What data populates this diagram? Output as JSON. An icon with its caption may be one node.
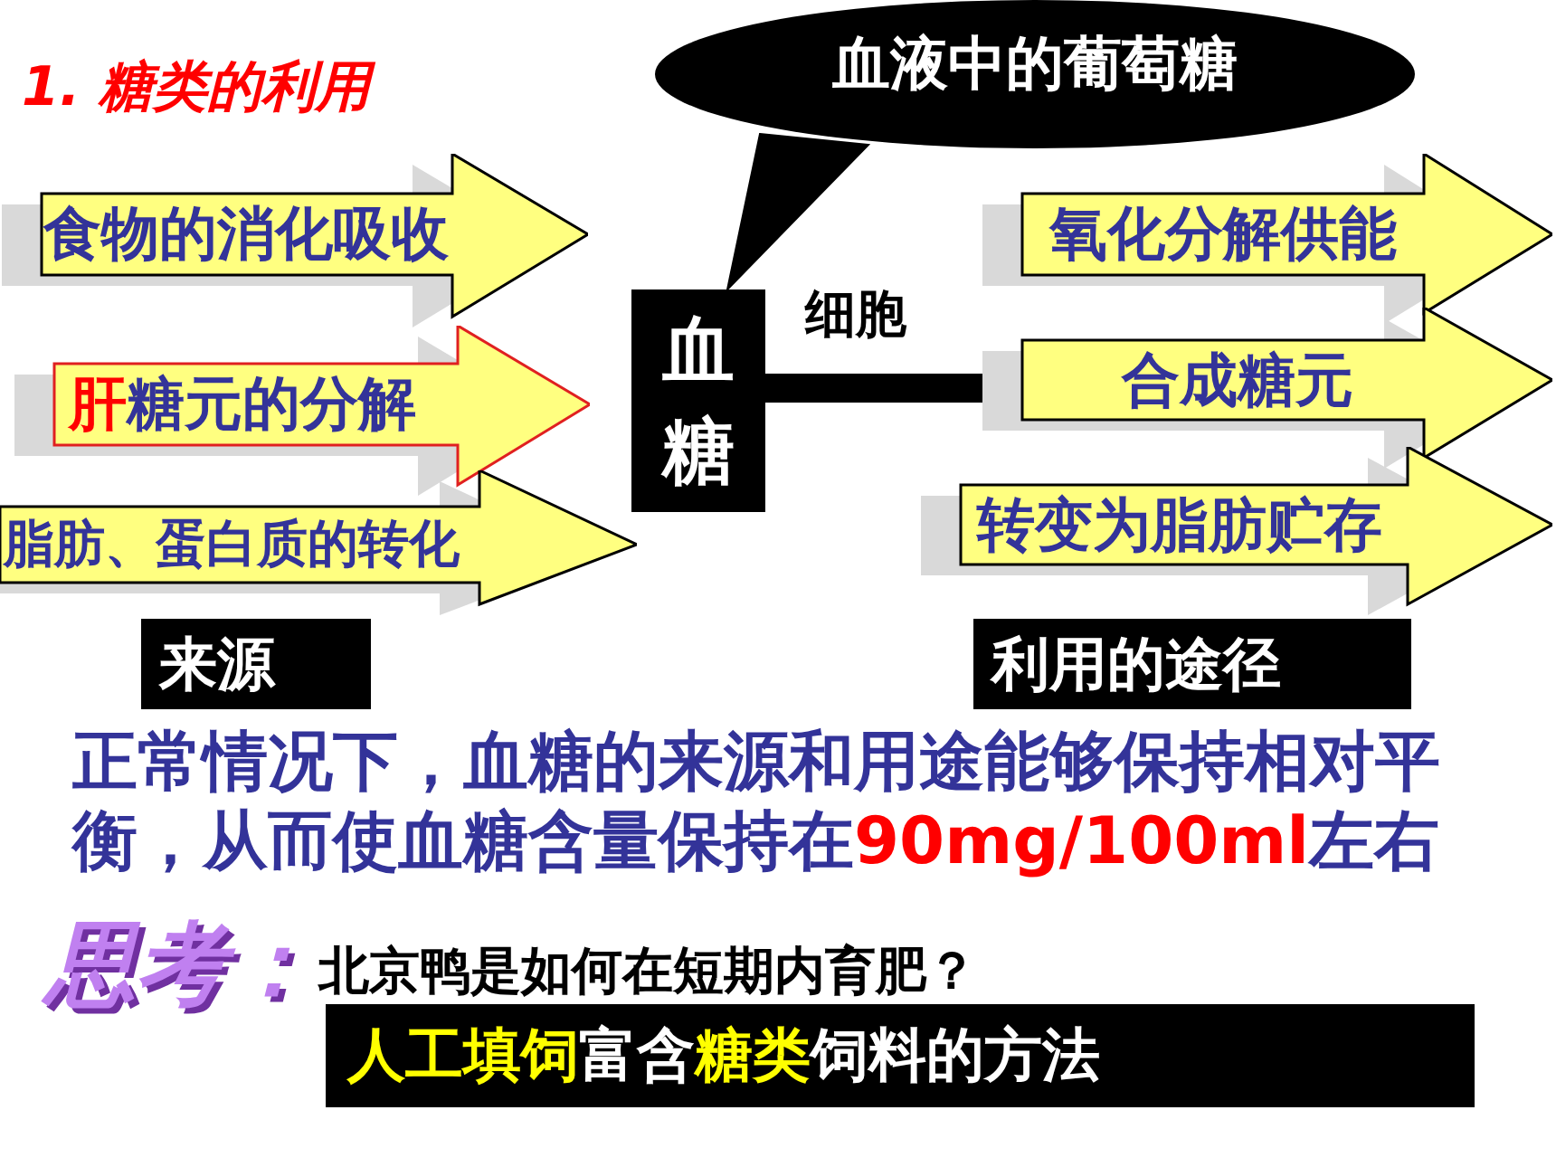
{
  "diagram": {
    "title": "1. 糖类的利用",
    "nodes": [
      {
        "text": [
          "食物的消化吸收"
        ]
      },
      {
        "text": [
          "**肝**糖元的分解"
        ]
      },
      {
        "text": [
          "脂肪、蛋白质的转化"
        ]
      },
      {
        "text": [
          "来源"
        ]
      },
      {
        "text": [
          "血液中的葡萄糖"
        ]
      },
      {
        "text": [
          "血糖"
        ]
      },
      {
        "text": [
          "氧化分解供能"
        ]
      },
      {
        "text": [
          "合成糖元"
        ]
      },
      {
        "text": [
          "转变为脂肪贮存"
        ]
      },
      {
        "text": [
          "利用的途径"
        ]
      },
      {
        "text": [
          "**人工填饲**富含**糖类**饲料的方法"
        ]
      }
    ],
    "edges": [
      {
        "from": 5,
        "to": 7,
        "arrow": "none",
        "label": "细胞"
      },
      {
        "from": 4,
        "to": 5,
        "arrow": "to"
      }
    ],
    "labels": [
      "正常情况下，血糖的来源和用途能够保持相对平衡，从而使血糖含量保持在**90mg/100ml**左右",
      "思考：",
      "北京鸭是如何在短期内育肥？"
    ]
  }
}
